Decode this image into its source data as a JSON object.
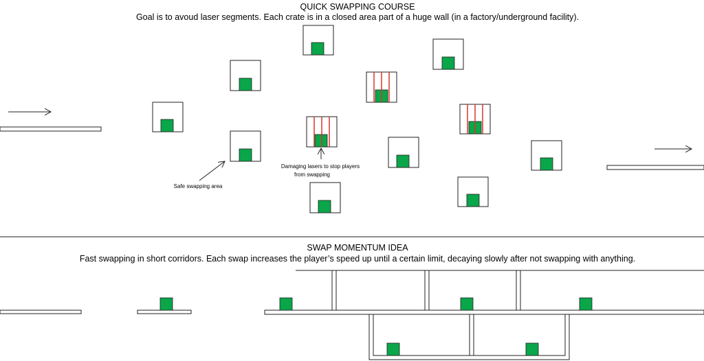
{
  "section1": {
    "title": "QUICK SWAPPING COURSE",
    "subtitle": "Goal is to avoud laser segments. Each crate is in a closed area part of a huge wall (in a factory/underground facility)."
  },
  "annotations": {
    "safe_area": "Safe swapping area",
    "lasers_line1": "Damaging lasers to stop players",
    "lasers_line2": "from swapping"
  },
  "section2": {
    "title": "SWAP MOMENTUM IDEA",
    "subtitle": "Fast swapping in short corridors. Each swap increases the player’s speed up until a certain limit, decaying slowly after not swapping with anything."
  },
  "colors": {
    "crate": "#0aa64a",
    "laser": "#d9342b",
    "line": "#231f20"
  }
}
